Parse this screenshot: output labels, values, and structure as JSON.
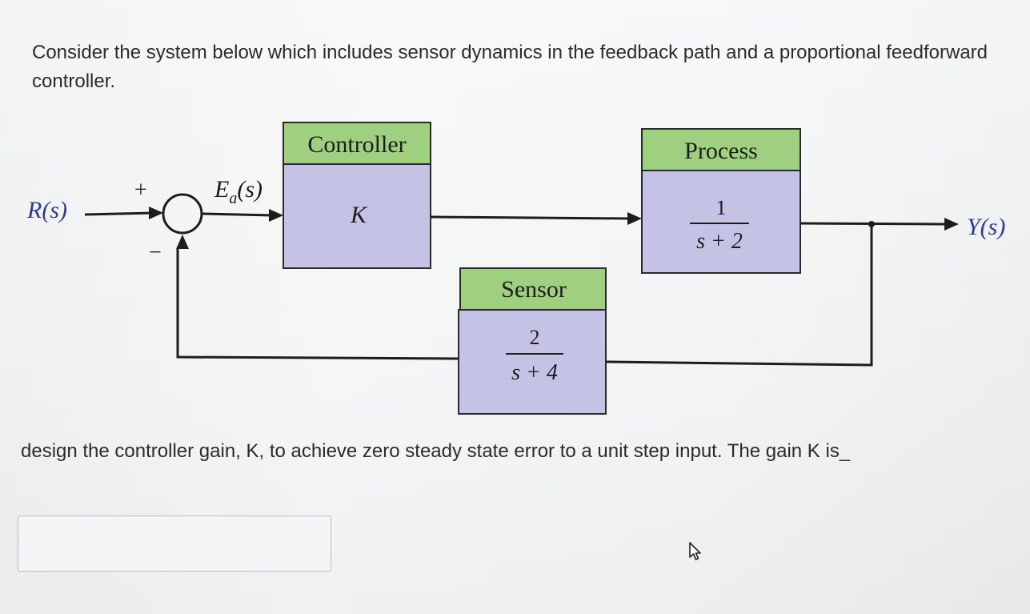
{
  "question": {
    "intro": "Consider the system below which includes sensor dynamics in the feedback path and a proportional feedforward controller.",
    "prompt": "design the controller gain, K, to achieve zero steady state error to a unit step input.  The gain K is_"
  },
  "diagram": {
    "input_label": "R(s)",
    "output_label": "Y(s)",
    "error_label_main": "E",
    "error_label_sub": "a",
    "error_label_tail": "(s)",
    "sum_plus": "+",
    "sum_minus": "−",
    "controller": {
      "title": "Controller",
      "body": "K"
    },
    "process": {
      "title": "Process",
      "numerator": "1",
      "denominator": "s + 2"
    },
    "sensor": {
      "title": "Sensor",
      "numerator": "2",
      "denominator": "s + 4"
    },
    "colors": {
      "header_green": "#9fd07f",
      "body_lavender": "#c4c3e6",
      "line": "#1d1d1d",
      "label_blue": "#2f3c8a"
    }
  },
  "answer": {
    "value": ""
  }
}
